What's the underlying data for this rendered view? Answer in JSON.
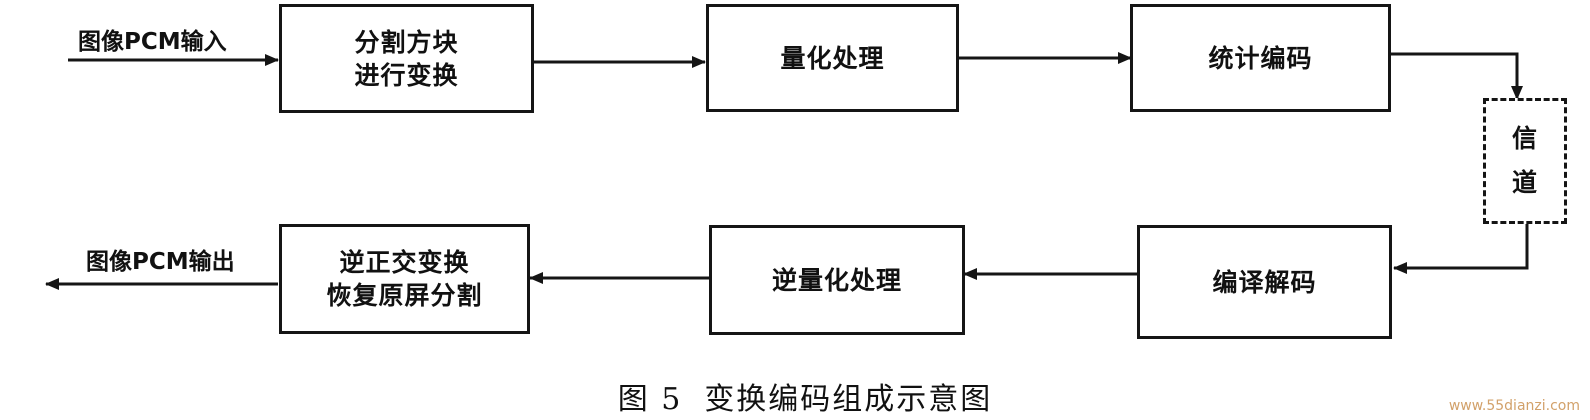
{
  "input_label": "图像PCM输入",
  "output_label": "图像PCM输出",
  "blocks": {
    "split": [
      "分割方块",
      "进行变换"
    ],
    "quantize": "量化处理",
    "entropy_encode": "统计编码",
    "channel": [
      "信",
      "道"
    ],
    "decode": "编译解码",
    "dequantize": "逆量化处理",
    "inverse_transform": [
      "逆正交变换",
      "恢复原屏分割"
    ]
  },
  "caption": {
    "figure_number": "图 5",
    "title": "变换编码组成示意图"
  },
  "watermark": "www.55dianzi.com"
}
